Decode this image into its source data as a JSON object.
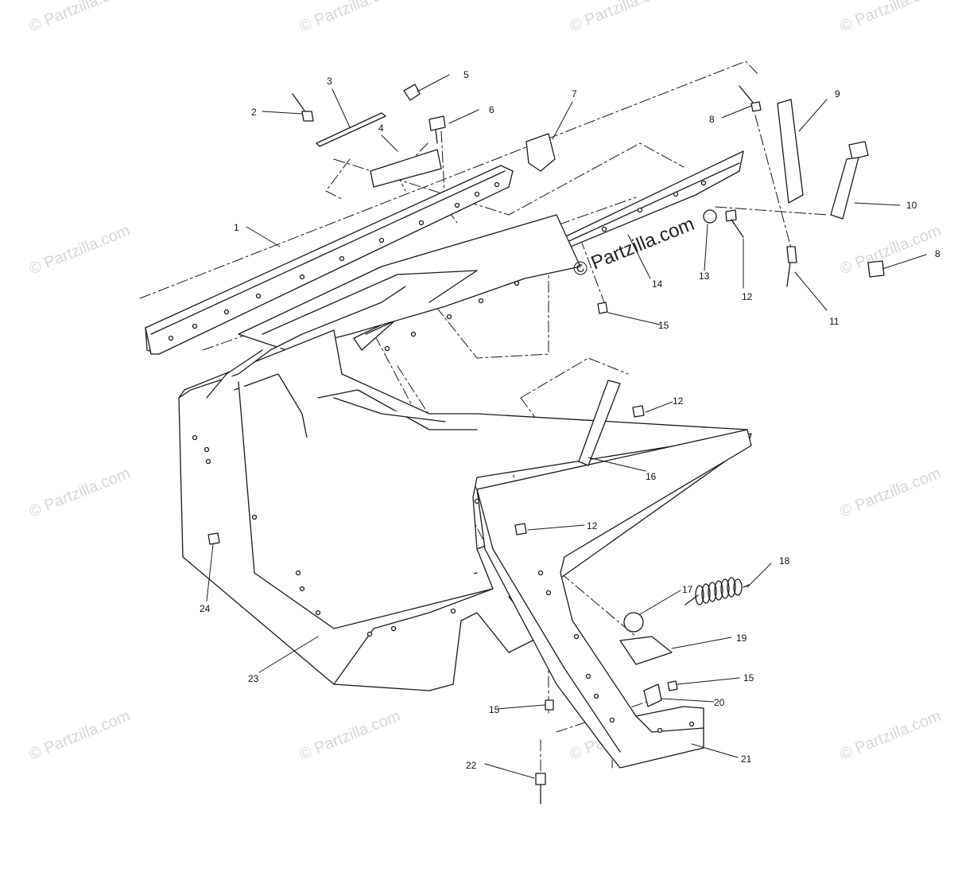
{
  "diagram": {
    "callouts": [
      {
        "id": "c1",
        "number": "1"
      },
      {
        "id": "c2",
        "number": "2"
      },
      {
        "id": "c3",
        "number": "3"
      },
      {
        "id": "c4",
        "number": "4"
      },
      {
        "id": "c5",
        "number": "5"
      },
      {
        "id": "c6",
        "number": "6"
      },
      {
        "id": "c7",
        "number": "7"
      },
      {
        "id": "c8a",
        "number": "8"
      },
      {
        "id": "c8b",
        "number": "8"
      },
      {
        "id": "c9",
        "number": "9"
      },
      {
        "id": "c10",
        "number": "10"
      },
      {
        "id": "c11",
        "number": "11"
      },
      {
        "id": "c12a",
        "number": "12"
      },
      {
        "id": "c12b",
        "number": "12"
      },
      {
        "id": "c12c",
        "number": "12"
      },
      {
        "id": "c13",
        "number": "13"
      },
      {
        "id": "c14",
        "number": "14"
      },
      {
        "id": "c15a",
        "number": "15"
      },
      {
        "id": "c15b",
        "number": "15"
      },
      {
        "id": "c15c",
        "number": "15"
      },
      {
        "id": "c16",
        "number": "16"
      },
      {
        "id": "c17",
        "number": "17"
      },
      {
        "id": "c18",
        "number": "18"
      },
      {
        "id": "c19",
        "number": "19"
      },
      {
        "id": "c20",
        "number": "20"
      },
      {
        "id": "c21",
        "number": "21"
      },
      {
        "id": "c22",
        "number": "22"
      },
      {
        "id": "c23",
        "number": "23"
      },
      {
        "id": "c24",
        "number": "24"
      }
    ],
    "watermark": "© Partzilla.com",
    "center_watermark": "© Partzilla.com",
    "line_color": "#1a1a1a"
  }
}
